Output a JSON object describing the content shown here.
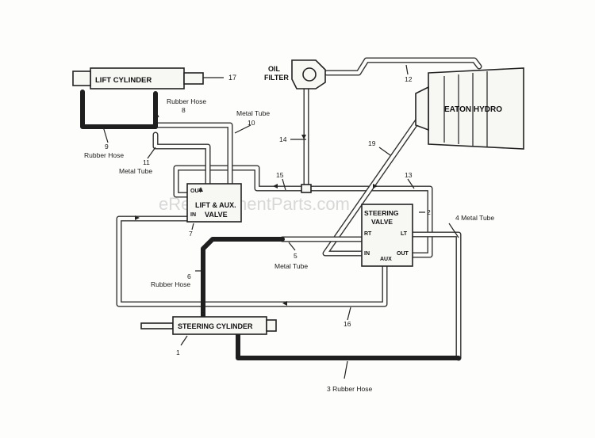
{
  "watermark": "eReplacementParts.com",
  "components": {
    "lift_cylinder": "LIFT CYLINDER",
    "oil_filter_line1": "OIL",
    "oil_filter_line2": "FILTER",
    "eaton_hydro": "EATON HYDRO",
    "lift_aux_valve_line1": "LIFT & AUX.",
    "lift_aux_valve_line2": "VALVE",
    "steering_valve_line1": "STEERING",
    "steering_valve_line2": "VALVE",
    "steering_cylinder": "STEERING CYLINDER"
  },
  "ports": {
    "lift_out": "OUT",
    "lift_in": "IN",
    "steer_rt": "RT",
    "steer_lt": "LT",
    "steer_in": "IN",
    "steer_aux": "AUX",
    "steer_out": "OUT"
  },
  "callouts": {
    "c1": "1",
    "c2": "2",
    "c3": "3  Rubber Hose",
    "c4": "4 Metal Tube",
    "c5_num": "5",
    "c5_text": "Metal Tube",
    "c6_num": "6",
    "c6_text": "Rubber Hose",
    "c7": "7",
    "c8_text": "Rubber Hose",
    "c8_num": "8",
    "c9_num": "9",
    "c9_text": "Rubber Hose",
    "c10_text": "Metal Tube",
    "c10_num": "10",
    "c11_num": "11",
    "c11_text": "Metal Tube",
    "c12": "12",
    "c13": "13",
    "c14": "14",
    "c15": "15",
    "c16": "16",
    "c17": "17",
    "c19": "19"
  }
}
